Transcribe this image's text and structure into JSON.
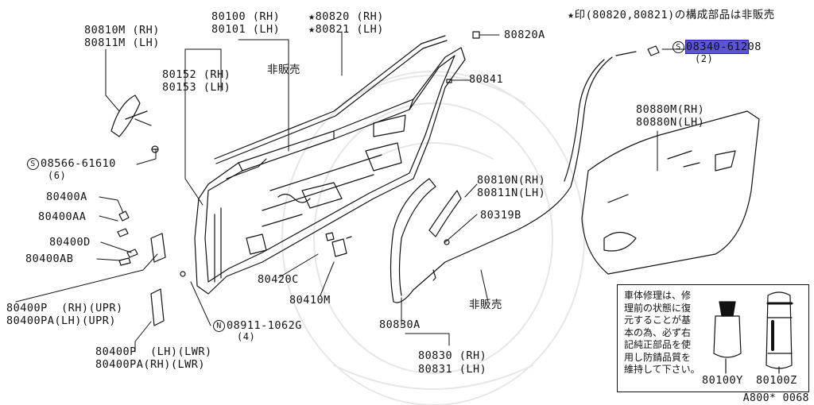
{
  "header_note": "★印(80820,80821)の構成部品は非販売",
  "labels": {
    "mirror": {
      "rh": "80810M (RH)",
      "lh": "80811M (LH)"
    },
    "door_panel": {
      "rh": "80100 (RH)",
      "lh": "80101 (LH)"
    },
    "weatherstrip_outer": {
      "rh": "★80820 (RH)",
      "lh": "★80821 (LH)"
    },
    "clip_80820a": "80820A",
    "screw_08340": {
      "prefix": "S",
      "part": "08340-61208",
      "part_highlight": "08340-612",
      "part_rest": "08",
      "qty": "(2)"
    },
    "sash": {
      "rh": "80152 (RH)",
      "lh": "80153 (LH)"
    },
    "not_sold_top": "非販売",
    "clip_80841": "80841",
    "screw_08566": {
      "prefix": "S",
      "part": "08566-61610",
      "qty": "(6)"
    },
    "trim": {
      "rh": "80880M(RH)",
      "lh": "80880N(LH)"
    },
    "hinge_80400a": "80400A",
    "hinge_80400aa": "80400AA",
    "hinge_80400d": "80400D",
    "hinge_80400ab": "80400AB",
    "seal_small": {
      "rh": "80810N(RH)",
      "lh": "80811N(LH)"
    },
    "seal_80319b": "80319B",
    "hinge_upper": {
      "line1": "80400P  (RH)(UPR)",
      "line2": "80400PA(LH)(UPR)"
    },
    "nut_08911": {
      "prefix": "N",
      "part": "08911-1062G",
      "qty": "(4)"
    },
    "striker_80420c": "80420C",
    "striker_80410m": "80410M",
    "not_sold_bottom": "非販売",
    "weatherstrip_80830a": "80830A",
    "hinge_lower": {
      "line1": "80400P  (LH)(LWR)",
      "line2": "80400PA(RH)(LWR)"
    },
    "weatherstrip_inner": {
      "rh": "80830 (RH)",
      "lh": "80831 (LH)"
    }
  },
  "note_box": {
    "text": "車体修理は、修\n理前の状態に復\n元することが基\n本の為、必ず右\n記純正部品を使\n用し防錆品質を\n維持して下さい。",
    "part_tube": "80100Y",
    "part_can": "80100Z"
  },
  "reference_code": "A800* 0068",
  "colors": {
    "ink": "#111111",
    "highlight": "#5b55d6"
  }
}
